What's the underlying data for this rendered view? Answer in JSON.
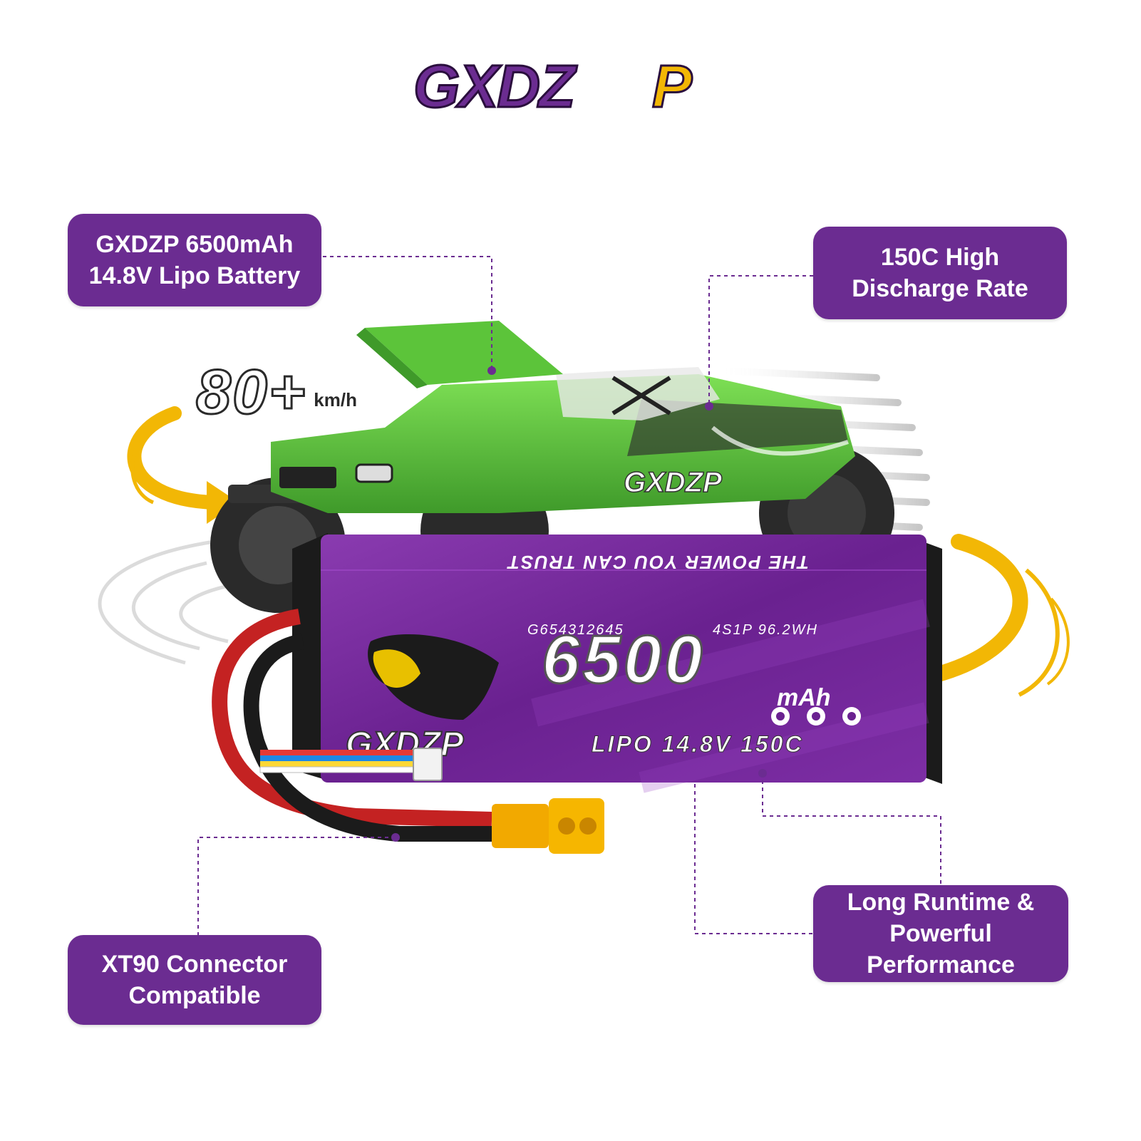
{
  "brand": {
    "logo_text": "GXDZP",
    "primary_color": "#6b2c91",
    "accent_color": "#f2b705",
    "car_color": "#5cc43a"
  },
  "callouts": {
    "battery": {
      "line1": "GXDZP 6500mAh",
      "line2": "14.8V Lipo Battery"
    },
    "discharge": {
      "line1": "150C High",
      "line2": "Discharge Rate"
    },
    "runtime": {
      "line1": "Long Runtime &",
      "line2": "Powerful",
      "line3": "Performance"
    },
    "connector": {
      "line1": "XT90 Connector",
      "line2": "Compatible"
    }
  },
  "speed": {
    "value": "80+",
    "unit": "km/h"
  },
  "battery_label": {
    "tagline": "THE POWER YOU CAN TRUST",
    "serial": "G654312645",
    "config": "4S1P 96.2WH",
    "capacity": "6500",
    "capacity_unit": "mAh",
    "brand": "GXDZP",
    "spec": "LIPO 14.8V 150C"
  },
  "car_label": "GXDZP"
}
